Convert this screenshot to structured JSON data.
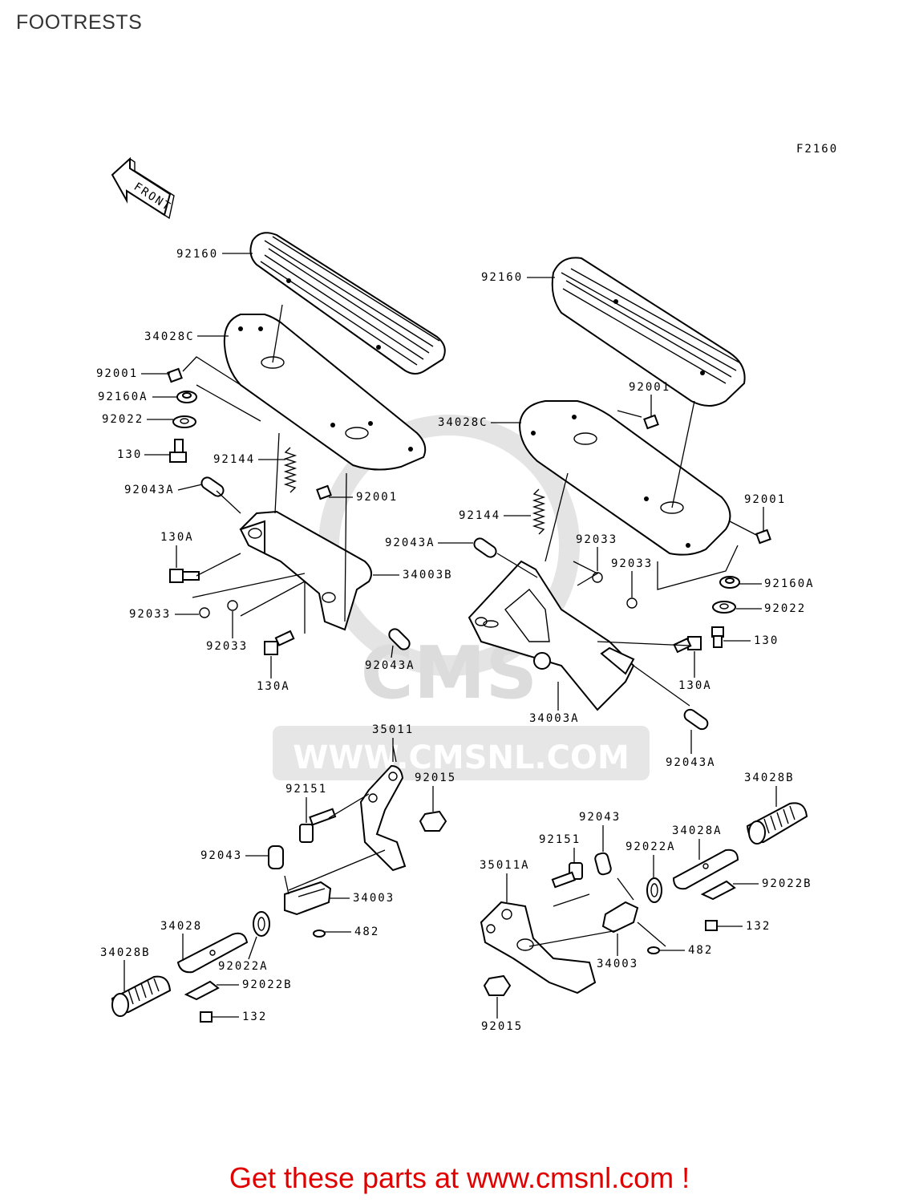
{
  "title": "FOOTRESTS",
  "figure_code": "F2160",
  "front_arrow_label": "FRONT",
  "watermark": {
    "brand": "CMS",
    "url": "WWW.CMSNL.COM"
  },
  "footer_text": "Get these parts at www.cmsnl.com !",
  "colors": {
    "footer": "#e00000",
    "lines": "#000000",
    "watermark": "#dcdcdc"
  },
  "labels": {
    "l_92160_a": "92160",
    "l_34028c_a": "34028C",
    "l_92001_a": "92001",
    "l_92160a_a": "92160A",
    "l_92022_a": "92022",
    "l_130_a": "130",
    "l_92144_a": "92144",
    "l_92001_b": "92001",
    "l_92043a_a": "92043A",
    "l_130a_a": "130A",
    "l_34003b": "34003B",
    "l_92033_a": "92033",
    "l_92033_b": "92033",
    "l_130a_b": "130A",
    "l_92043a_b": "92043A",
    "l_92160_b": "92160",
    "l_92001_c": "92001",
    "l_34028c_b": "34028C",
    "l_92001_d": "92001",
    "l_92144_b": "92144",
    "l_92043a_c": "92043A",
    "l_92033_c": "92033",
    "l_92033_d": "92033",
    "l_92160a_b": "92160A",
    "l_92022_b": "92022",
    "l_130_b": "130",
    "l_130a_c": "130A",
    "l_34003a": "34003A",
    "l_92043a_d": "92043A",
    "l_35011": "35011",
    "l_92151_a": "92151",
    "l_92015_a": "92015",
    "l_92043_a": "92043",
    "l_34003_a": "34003",
    "l_482_a": "482",
    "l_34028": "34028",
    "l_34028b_a": "34028B",
    "l_92022a_a": "92022A",
    "l_92022b_a": "92022B",
    "l_132_a": "132",
    "l_34028b_b": "34028B",
    "l_92043_b": "92043",
    "l_34028a": "34028A",
    "l_92151_b": "92151",
    "l_92022a_b": "92022A",
    "l_35011a": "35011A",
    "l_92022b_b": "92022B",
    "l_132_b": "132",
    "l_34003_b": "34003",
    "l_482_b": "482",
    "l_92015_b": "92015"
  }
}
